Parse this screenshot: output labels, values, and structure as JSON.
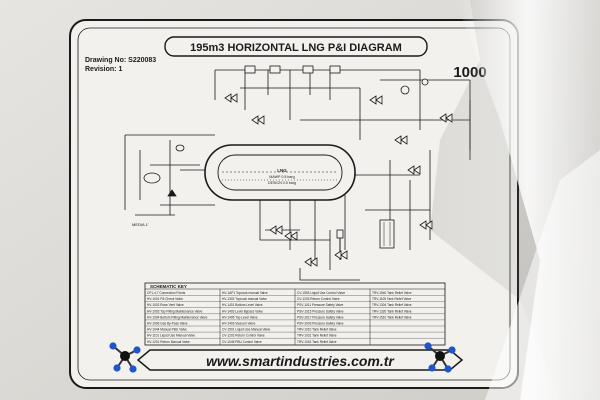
{
  "sign": {
    "title": "195m3 HORIZONTAL LNG P&I DIAGRAM",
    "drawing_no": "Drawing No: S220083",
    "revision": "Revision: 1",
    "capacity": "1000",
    "website": "www.smartindustries.com.tr",
    "schematic_key_title": "SCHEMATIC KEY",
    "tank_labels": [
      "LNG",
      "MAWP 0.5 barg",
      "DESIGN 0.5 barg"
    ],
    "media_label": "MEDIA 1'"
  },
  "key_rows": [
    [
      "CP1,4,7 Connection Points",
      "HV-1AP1 Topcock manual Valve",
      "CV-1553 Liquid Use Control Valve",
      "TRV-1540 Tank Relief Valve"
    ],
    [
      "HV-1001 Fill Check Valve",
      "HV-1303 Topcock manual Valve",
      "CV-1203 Return Control Valve",
      "TRV-1105 Tank Relief Valve"
    ],
    [
      "HV-1002 Rose Vent Valve",
      "HV-1401 Bottom Level Valve",
      "PSV-1011 Pressure Safety Valve",
      "TRV-1304 Tank Relief Valve"
    ],
    [
      "HV-1003 Top Filling Maintenance Valve",
      "HV-1403 Level Bypass Valve",
      "PSV-1015 Pressure Safety Valve",
      "TRV-1320 Tank Relief Valve"
    ],
    [
      "HV-1004 Bottom Filling Maintenance Valve",
      "HV-1405 Top Level Valve",
      "PSV-1017 Pressure Safety Valve",
      "TRV-1510 Tank Relief Valve"
    ],
    [
      "HV-1006 Gas By-Pass Valve",
      "HV-1403 Vacuum Valve",
      "PSV-1003 Pressure Safety Valve",
      ""
    ],
    [
      "HV-1044 Manual PBU Valve",
      "CV-1501 Liquid Use Manual Valve",
      "TRV-1010 Tank Relief Valve",
      ""
    ],
    [
      "HV-1101 Liquid Use Manual Valve",
      "CV-1202 Return Control Valve",
      "TRV-1031 Tank Relief Valve",
      ""
    ],
    [
      "HV-1201 Return Manual Valve",
      "CV-1045 PBU Control Valve",
      "TRV-1043 Tank Relief Valve",
      ""
    ]
  ],
  "colors": {
    "wall": "#d9d8d4",
    "sign": "#f2f1ed",
    "ink": "#1a1a1a",
    "molecule_blue": "#1f55c8"
  }
}
